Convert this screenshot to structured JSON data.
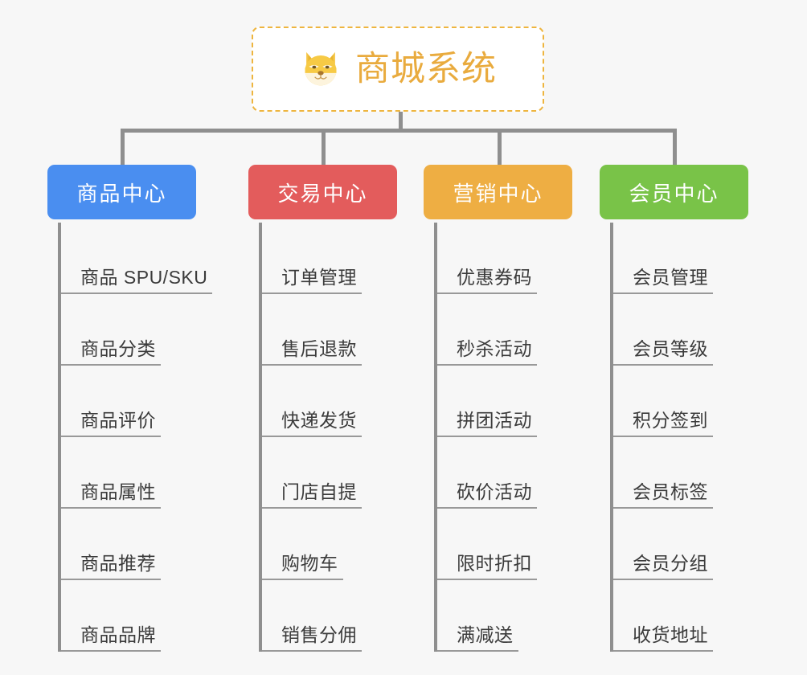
{
  "page": {
    "background_color": "#f7f7f7",
    "connector_color": "#8f8f8f",
    "leaf_text_color": "#3b3b3b",
    "leaf_rule_color": "#999999"
  },
  "root": {
    "title": "商城系统",
    "icon": "shiba-dog-emoji",
    "text_color": "#e9ab3e",
    "border_color": "#eeb53f",
    "background_color": "#ffffff"
  },
  "columns": [
    {
      "id": "product-center",
      "label": "商品中心",
      "color": "#4a8ef0",
      "items": [
        "商品 SPU/SKU",
        "商品分类",
        "商品评价",
        "商品属性",
        "商品推荐",
        "商品品牌"
      ]
    },
    {
      "id": "trade-center",
      "label": "交易中心",
      "color": "#e35c5c",
      "items": [
        "订单管理",
        "售后退款",
        "快递发货",
        "门店自提",
        "购物车",
        "销售分佣"
      ]
    },
    {
      "id": "marketing-center",
      "label": "营销中心",
      "color": "#eeae43",
      "items": [
        "优惠券码",
        "秒杀活动",
        "拼团活动",
        "砍价活动",
        "限时折扣",
        "满减送"
      ]
    },
    {
      "id": "member-center",
      "label": "会员中心",
      "color": "#79c348",
      "items": [
        "会员管理",
        "会员等级",
        "积分签到",
        "会员标签",
        "会员分组",
        "收货地址"
      ]
    }
  ]
}
